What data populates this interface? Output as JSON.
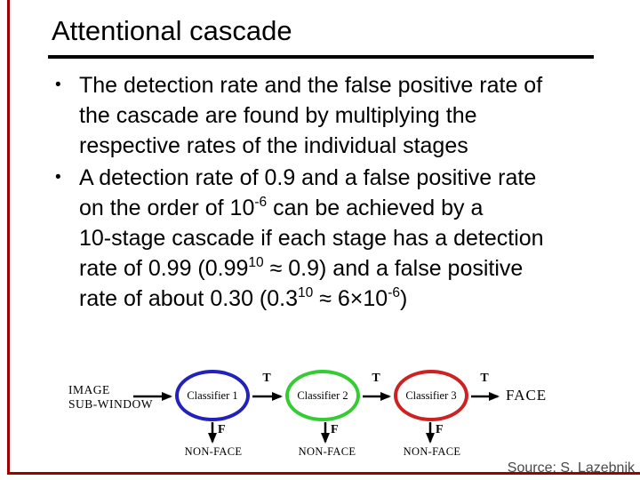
{
  "slide": {
    "title": "Attentional cascade",
    "source_credit": "Source: S. Lazebnik",
    "accent_color": "#a00000",
    "bullet_marker": "•"
  },
  "bullets": [
    {
      "lines": [
        [
          {
            "t": "The detection rate and the false positive rate of"
          }
        ],
        [
          {
            "t": "the cascade are found by multiplying the"
          }
        ],
        [
          {
            "t": "respective rates of the individual stages"
          }
        ]
      ]
    },
    {
      "lines": [
        [
          {
            "t": "A detection rate of 0.9 and a false positive rate"
          }
        ],
        [
          {
            "t": "on the order of 10"
          },
          {
            "t": "-6",
            "sup": true
          },
          {
            "t": " can be achieved by a"
          }
        ],
        [
          {
            "t": "10-stage cascade if each stage has a detection"
          }
        ],
        [
          {
            "t": "rate of 0.99 (0.99"
          },
          {
            "t": "10",
            "sup": true
          },
          {
            "t": " ≈ 0.9) and a false positive"
          }
        ],
        [
          {
            "t": "rate of about 0.30 (0.3"
          },
          {
            "t": "10",
            "sup": true
          },
          {
            "t": " ≈ 6×10"
          },
          {
            "t": "-6",
            "sup": true
          },
          {
            "t": ")"
          }
        ]
      ]
    }
  ],
  "diagram": {
    "input_label_lines": [
      "IMAGE",
      "SUB-WINDOW"
    ],
    "true_label": "T",
    "false_label": "F",
    "reject_label": "NON-FACE",
    "accept_label": "FACE",
    "classifiers": [
      {
        "label": "Classifier 1",
        "color": "#2222bb"
      },
      {
        "label": "Classifier 2",
        "color": "#33cc33"
      },
      {
        "label": "Classifier 3",
        "color": "#cc2222"
      }
    ]
  }
}
